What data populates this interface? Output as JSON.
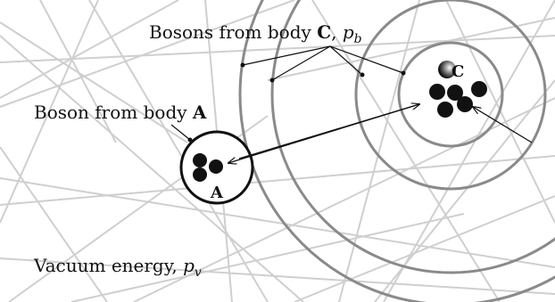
{
  "labels": {
    "bosons_c": "Bosons from body ",
    "bosons_c_body": "C",
    "bosons_c_sep": ", ",
    "bosons_c_var": "p",
    "bosons_c_sub": "b",
    "boson_a": "Boson from body ",
    "boson_a_body": "A",
    "vacuum": "Vacuum energy, ",
    "vacuum_var": "p",
    "vacuum_sub": "v",
    "body_a": "A",
    "body_c": "C"
  },
  "colors": {
    "background": "#ffffff",
    "background_lines": "#cfcfcf",
    "wave_rings": "#8a8a8a",
    "body_outline": "#111111",
    "particles": "#111111"
  },
  "icons": {
    "particle": "filled-black-circle",
    "arrow": "arrowhead-line"
  }
}
